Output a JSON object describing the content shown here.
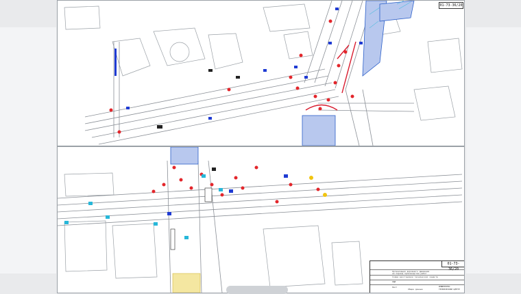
{
  "drawing": {
    "code_stamp": "01-73-36/20",
    "title_block_lines": [
      "Организация дорожного движения",
      "на период производства работ",
      "Схема расстановки технических средств",
      "ОДД",
      "Лист"
    ],
    "doc_label": "Общие данные",
    "company_lines": [
      "ИНЖЕНЕРНО-",
      "ТЕХНИЧЕСКИЙ ЦЕНТР"
    ]
  },
  "colors": {
    "road_line": "#8a8f96",
    "building": "#9aa0a6",
    "crossing_blue": "#2b5fc9",
    "marker_red": "#e3262b",
    "marker_blue": "#1f3bd3",
    "marker_cyan": "#27b7d9",
    "marker_yellow": "#f1c40f",
    "zone_red": "#d81b2e"
  }
}
